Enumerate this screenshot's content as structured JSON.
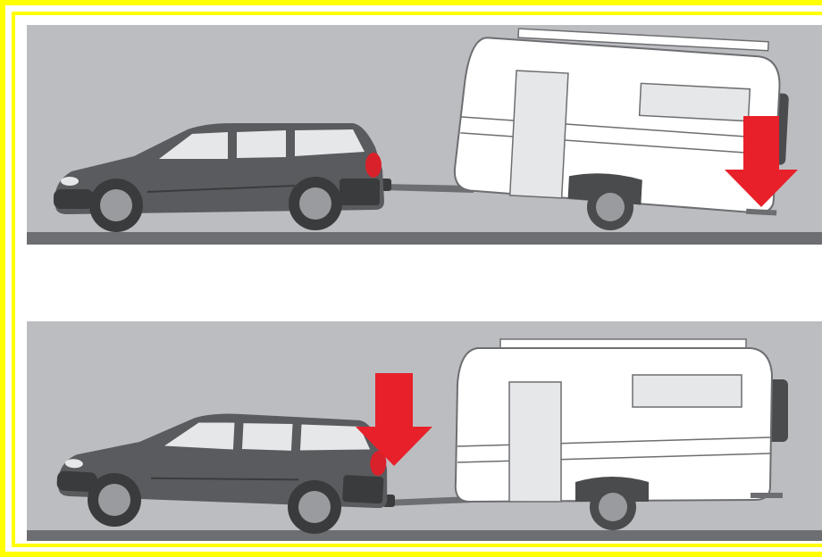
{
  "colors": {
    "frame_yellow": "#ffff00",
    "panel_gray": "#bcbdc0",
    "road_dark": "#6d6e71",
    "car_body": "#5a5b5e",
    "car_dark": "#3a3b3d",
    "window_light": "#e6e7e8",
    "caravan_white": "#ffffff",
    "caravan_outline": "#6d6e71",
    "arrow_red": "#e8202a",
    "tail_light": "#d9212b"
  },
  "panels": [
    {
      "id": "top",
      "description_icon": "caravan-nose-heavy-rear-load",
      "arrow_position": "caravan-rear",
      "arrow_direction": "down"
    },
    {
      "id": "bottom",
      "description_icon": "caravan-correct-nose-load",
      "arrow_position": "tow-hitch",
      "arrow_direction": "down"
    }
  ]
}
